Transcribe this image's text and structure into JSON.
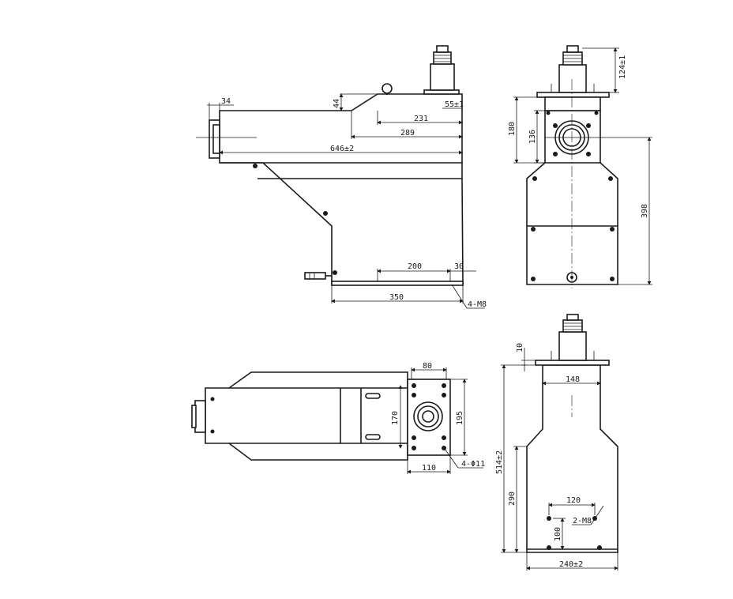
{
  "dimensions": {
    "side_view": {
      "d34": "34",
      "d44": "44",
      "d55": "55±1",
      "d231": "231",
      "d289": "289",
      "d646": "646±2",
      "d200": "200",
      "d30": "30",
      "d350": "350",
      "d4m8": "4-M8"
    },
    "front_view": {
      "d124": "124±1",
      "d180": "180",
      "d136": "136",
      "d398": "398"
    },
    "top_view": {
      "d80": "80",
      "d170": "170",
      "d195": "195",
      "d110": "110",
      "d4phi11": "4-Φ11"
    },
    "end_view": {
      "d10": "10",
      "d148": "148",
      "d514": "514±2",
      "d290": "290",
      "d120": "120",
      "d2m8": "2-M8",
      "d100": "100",
      "d240": "240±2"
    }
  }
}
